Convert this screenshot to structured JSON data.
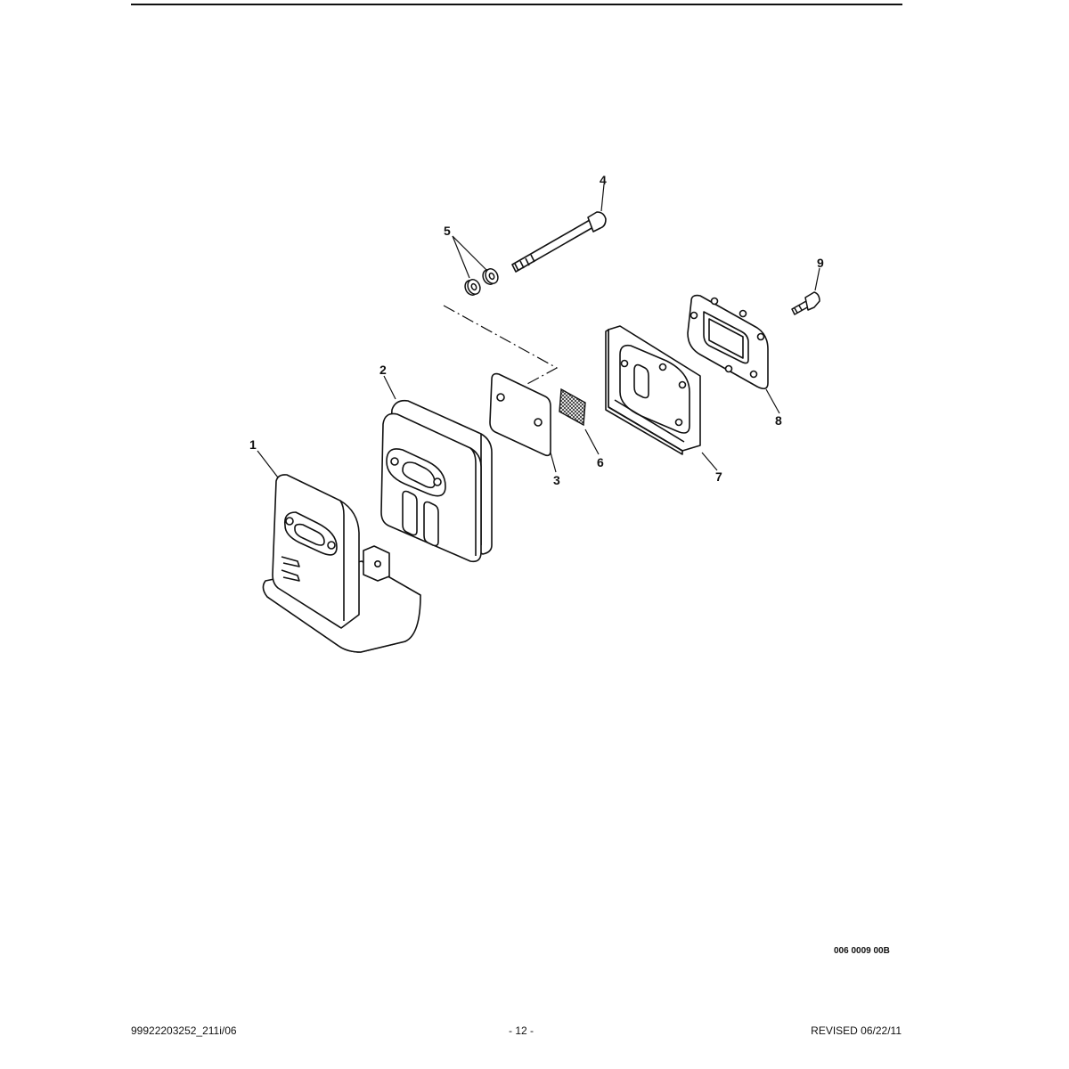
{
  "callouts": {
    "c1": "1",
    "c2": "2",
    "c3": "3",
    "c4": "4",
    "c5": "5",
    "c6": "6",
    "c7": "7",
    "c8": "8",
    "c9": "9"
  },
  "drawing_code": "006 0009 00B",
  "footer": {
    "doc_number": "99922203252_211i/06",
    "page": "- 12 -",
    "revised": "REVISED 06/22/11"
  }
}
